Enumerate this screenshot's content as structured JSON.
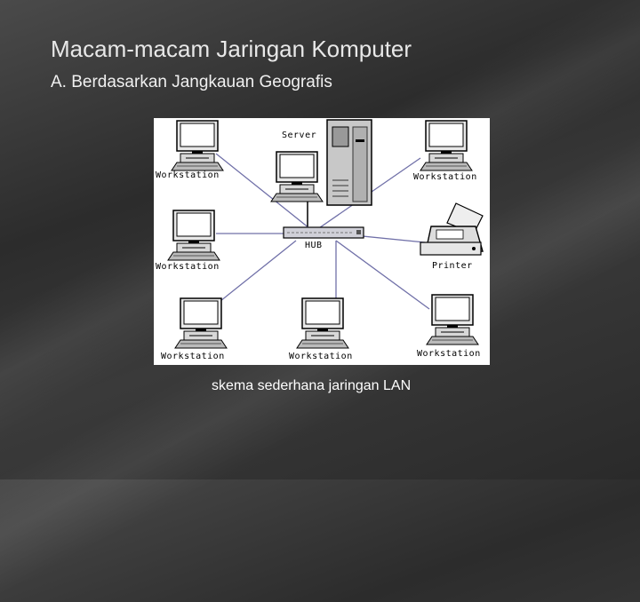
{
  "slide": {
    "title": "Macam-macam Jaringan Komputer",
    "subtitle": "A. Berdasarkan Jangkauan Geografis",
    "caption": "skema sederhana jaringan LAN"
  },
  "diagram": {
    "nodes": {
      "ws_top_left": "Workstation",
      "server": "Server",
      "ws_top_right": "Workstation",
      "ws_mid_left": "Workstation",
      "hub": "HUB",
      "printer": "Printer",
      "ws_bot_left": "Workstation",
      "ws_bot_mid": "Workstation",
      "ws_bot_right": "Workstation"
    }
  }
}
